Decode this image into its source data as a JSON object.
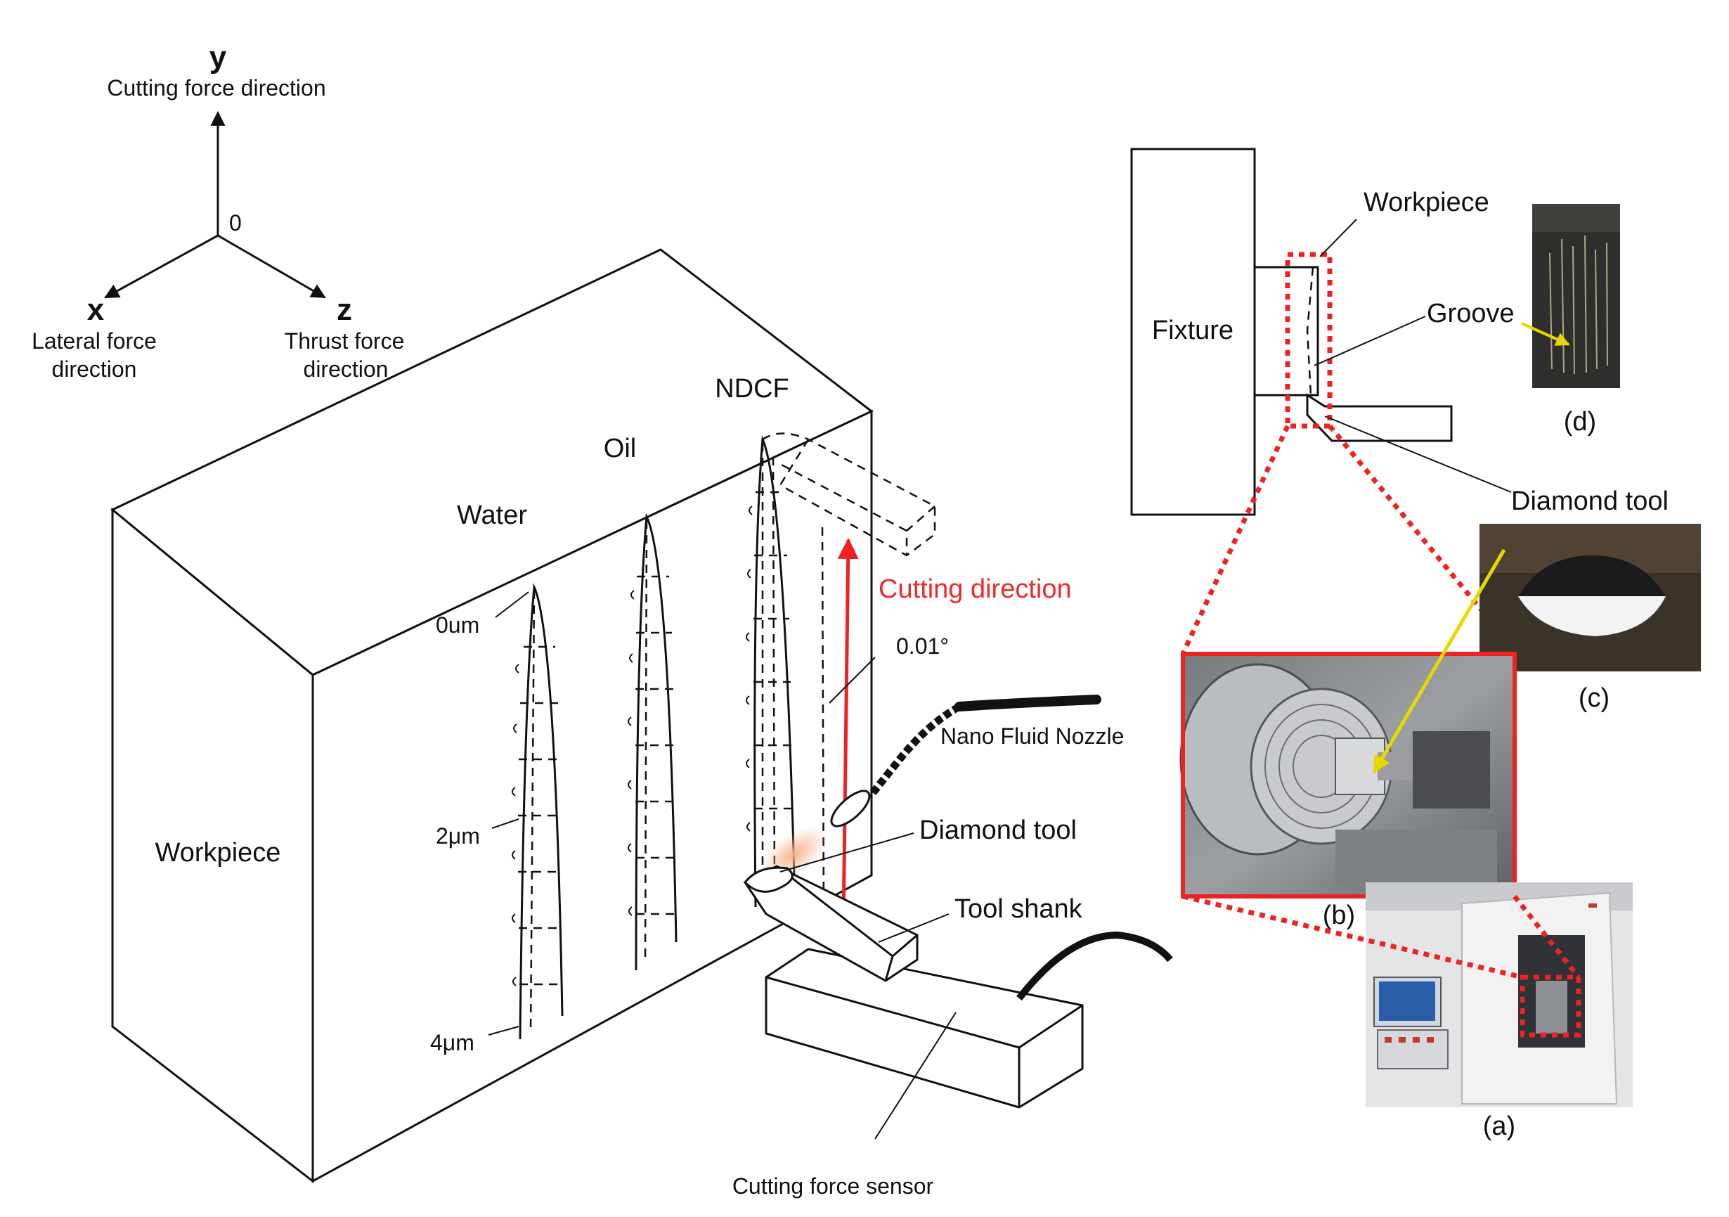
{
  "axes": {
    "y_label": "y",
    "y_caption": "Cutting force direction",
    "origin_label": "0",
    "x_label": "x",
    "x_caption_line1": "Lateral force",
    "x_caption_line2": "direction",
    "z_label": "z",
    "z_caption_line1": "Thrust force",
    "z_caption_line2": "direction"
  },
  "main": {
    "workpiece_label": "Workpiece",
    "groove_labels": [
      "Water",
      "Oil",
      "NDCF"
    ],
    "depth_labels": [
      "0um",
      "2μm",
      "4μm"
    ],
    "cutting_direction_label": "Cutting direction",
    "angle_label": "0.01°",
    "nozzle_label": "Nano Fluid Nozzle",
    "diamond_tool_label": "Diamond tool",
    "tool_shank_label": "Tool shank",
    "sensor_label": "Cutting force sensor"
  },
  "setup": {
    "fixture_label": "Fixture",
    "workpiece_label": "Workpiece",
    "groove_label": "Groove",
    "diamond_tool_label": "Diamond tool"
  },
  "photos": {
    "a": "(a)",
    "b": "(b)",
    "c": "(c)",
    "d": "(d)"
  },
  "colors": {
    "cutting_direction": "#ee2222",
    "highlight_frame": "#ee2222",
    "pointer_arrow": "#e8d800"
  }
}
